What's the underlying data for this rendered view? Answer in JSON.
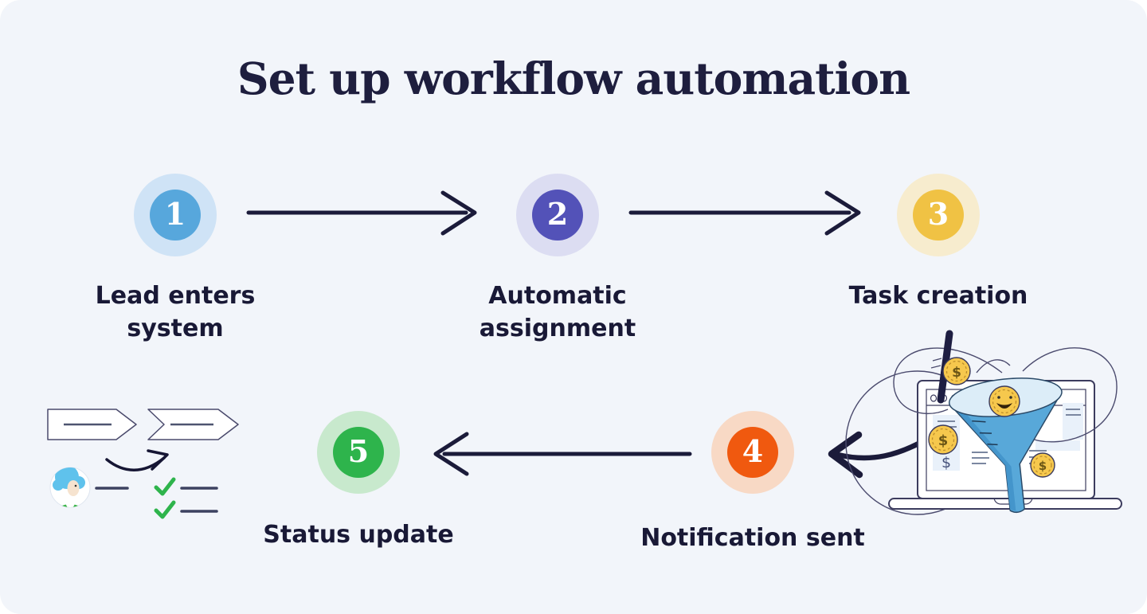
{
  "title": "Set up workflow automation",
  "steps": [
    {
      "number": "1",
      "label": "Lead enters system",
      "circle_color": "#57a7dc",
      "halo_color": "#cfe3f6"
    },
    {
      "number": "2",
      "label": "Automatic assignment",
      "circle_color": "#5352b8",
      "halo_color": "#dcddf2"
    },
    {
      "number": "3",
      "label": "Task creation",
      "circle_color": "#f0c244",
      "halo_color": "#f7ecce"
    },
    {
      "number": "4",
      "label": "Notification sent",
      "circle_color": "#f0590f",
      "halo_color": "#f8d9c5"
    },
    {
      "number": "5",
      "label": "Status update",
      "circle_color": "#2eb44c",
      "halo_color": "#c8e9cd"
    }
  ],
  "colors": {
    "background": "#f2f5fa",
    "heading_text": "#1e1e3e",
    "label_text": "#191936",
    "arrow": "#1b1b3a",
    "check_green": "#2eb44c",
    "funnel_blue": "#58a8d9",
    "coin_gold": "#f6c84d"
  },
  "illustrations": {
    "coin_symbol": "$",
    "funnel_laptop": "laptop-with-lead-funnel-and-coins",
    "checklist": "process-banners-avatar-checklist"
  }
}
